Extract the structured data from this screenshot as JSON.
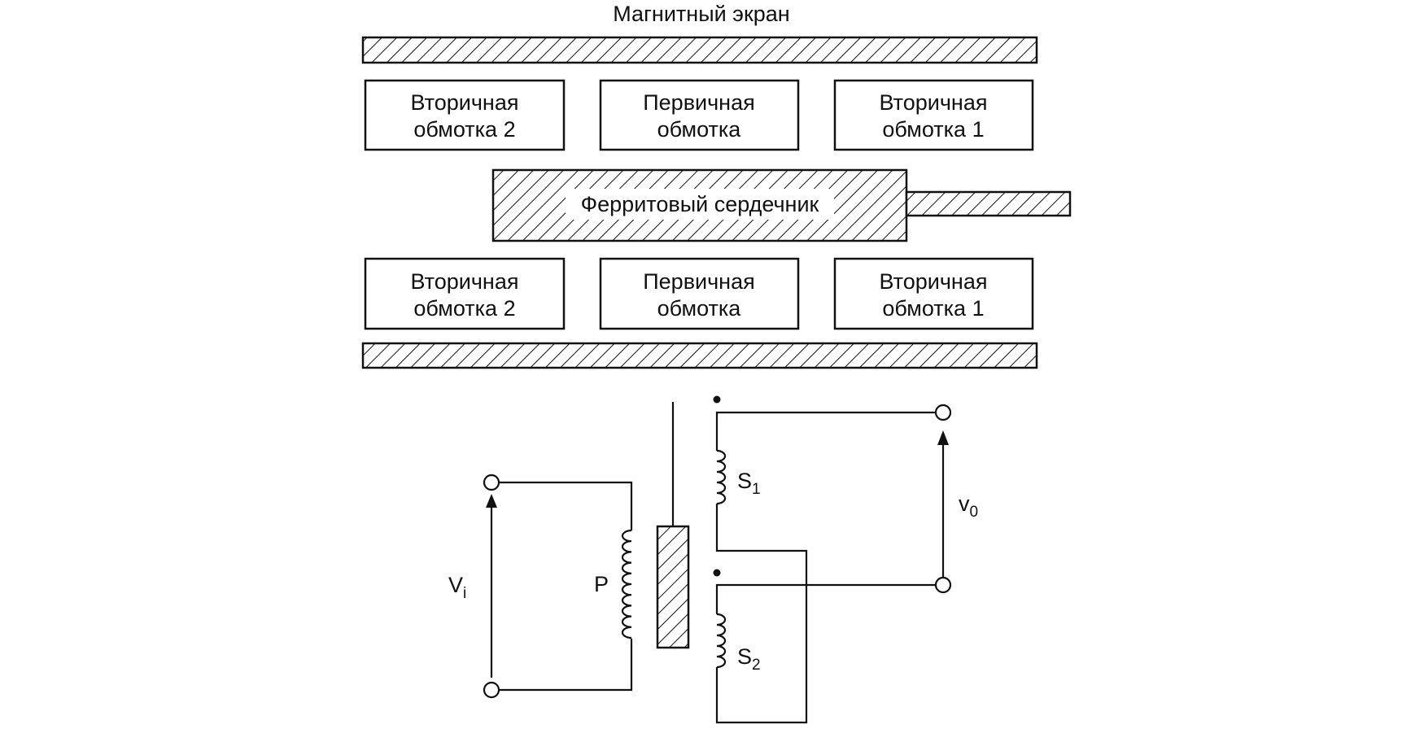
{
  "title": "Магнитный экран",
  "windings_top": [
    {
      "line1": "Вторичная",
      "line2": "обмотка 2"
    },
    {
      "line1": "Первичная",
      "line2": "обмотка"
    },
    {
      "line1": "Вторичная",
      "line2": "обмотка 1"
    }
  ],
  "core_label": "Ферритовый сердечник",
  "windings_bottom": [
    {
      "line1": "Вторичная",
      "line2": "обмотка 2"
    },
    {
      "line1": "Первичная",
      "line2": "обмотка"
    },
    {
      "line1": "Вторичная",
      "line2": "обмотка 1"
    }
  ],
  "circuit": {
    "input_voltage": {
      "base": "V",
      "sub": "i"
    },
    "primary_label": "P",
    "secondary1": {
      "base": "S",
      "sub": "1"
    },
    "secondary2": {
      "base": "S",
      "sub": "2"
    },
    "output_voltage": {
      "base": "v",
      "sub": "0"
    }
  }
}
